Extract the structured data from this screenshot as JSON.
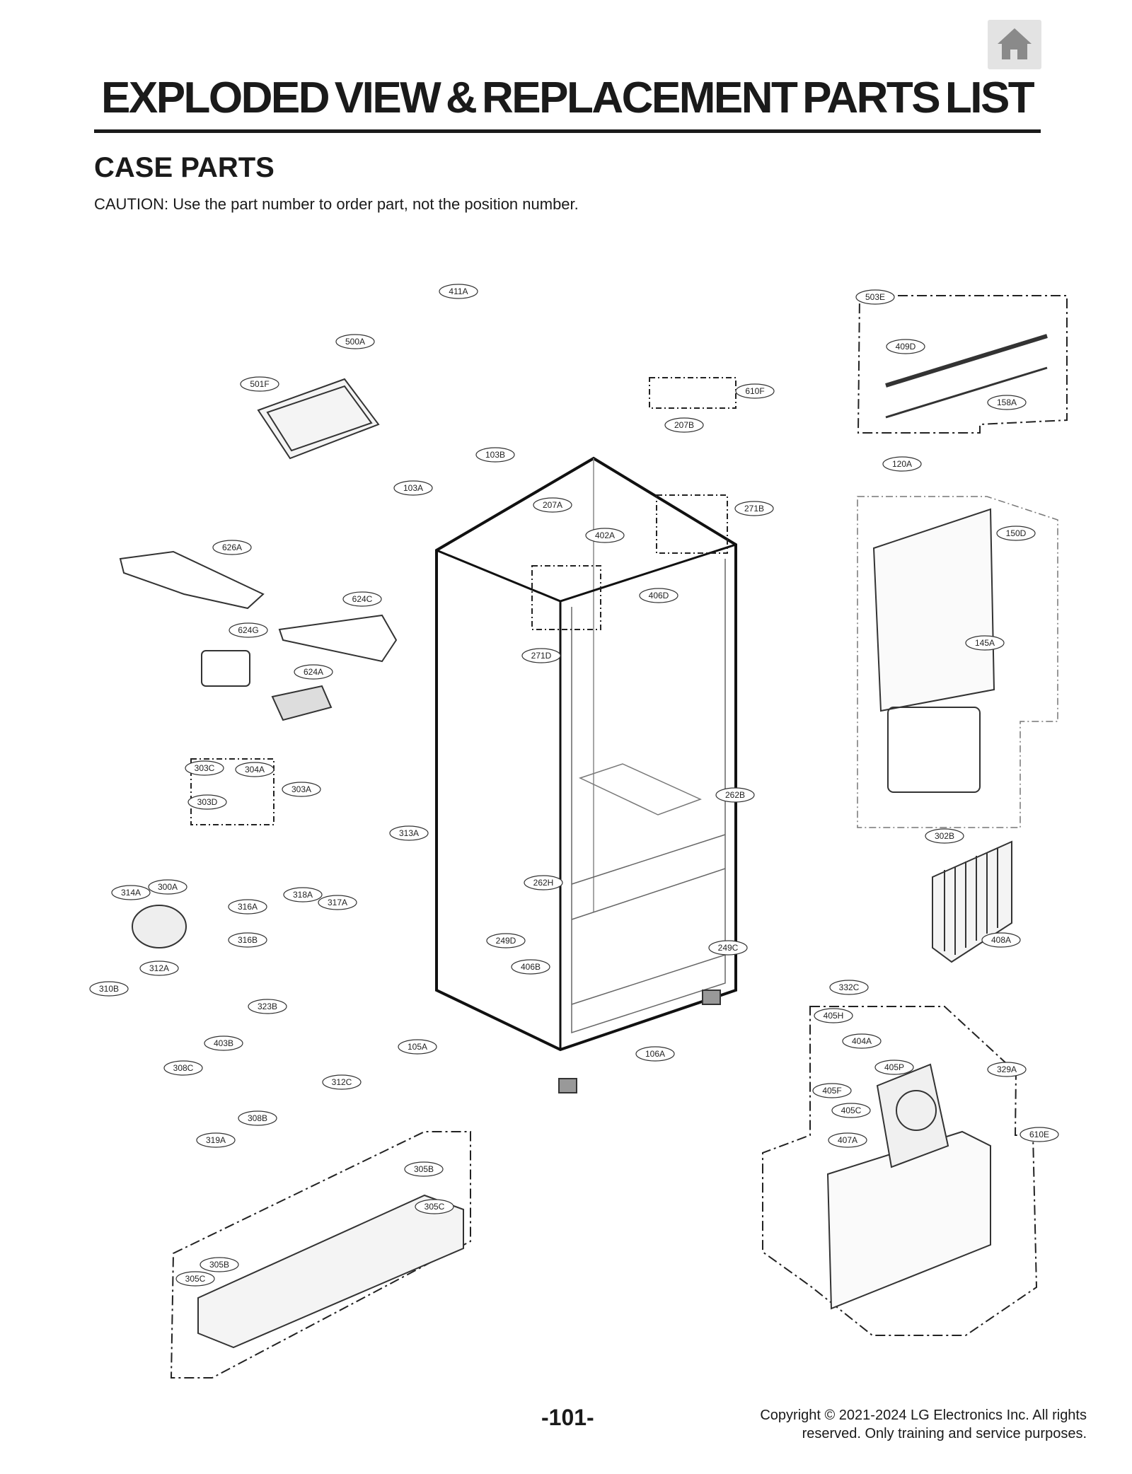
{
  "header": {
    "home_icon": "home-icon",
    "title": "EXPLODED VIEW & REPLACEMENT PARTS LIST"
  },
  "section": {
    "title": "CASE PARTS",
    "caution": "CAUTION: Use the part number to order part, not the position number."
  },
  "diagram": {
    "callouts": [
      "411A",
      "500A",
      "501F",
      "103B",
      "103A",
      "207A",
      "402A",
      "207B",
      "610F",
      "271B",
      "271D",
      "406D",
      "626A",
      "624C",
      "624G",
      "624A",
      "503E",
      "409D",
      "158A",
      "120A",
      "150D",
      "145A",
      "303C",
      "304A",
      "303A",
      "303D",
      "313A",
      "262B",
      "262H",
      "249D",
      "249C",
      "406B",
      "302B",
      "408A",
      "314A",
      "300A",
      "316A",
      "316B",
      "318A",
      "317A",
      "312A",
      "310B",
      "323B",
      "403B",
      "105A",
      "308C",
      "308B",
      "312C",
      "106A",
      "319A",
      "305B",
      "305C",
      "305B",
      "305C",
      "332C",
      "405H",
      "404A",
      "405P",
      "405F",
      "405C",
      "329A",
      "407A",
      "610E"
    ]
  },
  "footer": {
    "page_number": "-101-",
    "copyright_line1": "Copyright © 2021-2024 LG Electronics Inc. All rights",
    "copyright_line2": "reserved. Only training and service purposes."
  }
}
